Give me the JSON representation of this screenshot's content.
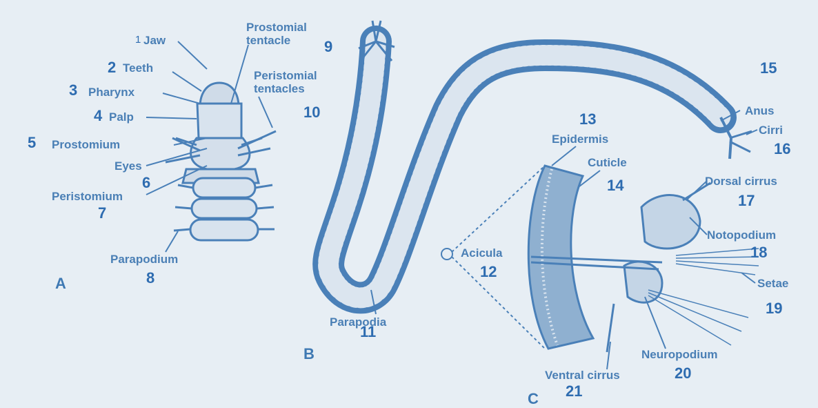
{
  "colors": {
    "background": "#e7eef4",
    "drawing": "#4a80b8",
    "label_text": "#4a7fb5",
    "number_text": "#2e6cb0"
  },
  "panels": [
    "A",
    "B",
    "C"
  ],
  "labels": [
    {
      "num": "1",
      "text": "Jaw"
    },
    {
      "num": "2",
      "text": "Teeth"
    },
    {
      "num": "3",
      "text": "Pharynx"
    },
    {
      "num": "4",
      "text": "Palp"
    },
    {
      "num": "5",
      "text": "Prostomium"
    },
    {
      "num": "6",
      "text": "Eyes"
    },
    {
      "num": "7",
      "text": "Peristomium"
    },
    {
      "num": "8",
      "text": "Parapodium"
    },
    {
      "num": "9",
      "text": "Prostomial tentacle"
    },
    {
      "num": "10",
      "text": "Peristomial tentacles"
    },
    {
      "num": "11",
      "text": "Parapodia"
    },
    {
      "num": "12",
      "text": "Acicula"
    },
    {
      "num": "13",
      "text": "Epidermis"
    },
    {
      "num": "14",
      "text": "Cuticle"
    },
    {
      "num": "15",
      "text": "Anus"
    },
    {
      "num": "16",
      "text": "Cirri"
    },
    {
      "num": "17",
      "text": "Dorsal cirrus"
    },
    {
      "num": "18",
      "text": "Notopodium"
    },
    {
      "num": "19",
      "text": "Setae"
    },
    {
      "num": "20",
      "text": "Neuropodium"
    },
    {
      "num": "21",
      "text": "Ventral cirrus"
    }
  ]
}
